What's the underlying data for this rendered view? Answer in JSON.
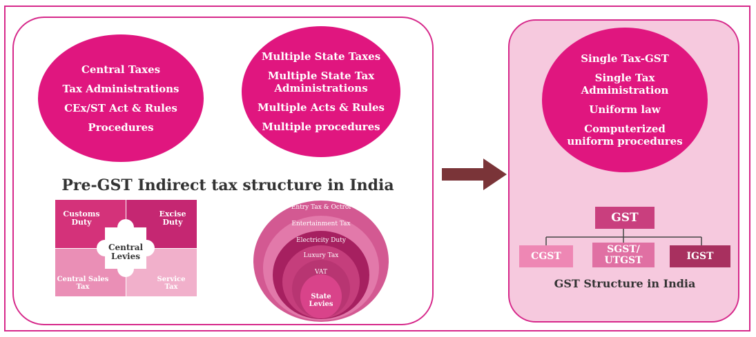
{
  "pre_gst": {
    "central_ellipse": [
      "Central Taxes",
      "Tax Administrations",
      "CEx/ST Act & Rules",
      "Procedures"
    ],
    "state_ellipse": [
      "Multiple State Taxes",
      "Multiple State Tax Administrations",
      "Multiple Acts & Rules",
      "Multiple procedures"
    ],
    "title": "Pre-GST Indirect tax structure in India",
    "puzzle": {
      "top_left": "Customs Duty",
      "top_right": "Excise Duty",
      "bottom_left": "Central Sales Tax",
      "bottom_right": "Service Tax",
      "center": "Central Levies"
    },
    "state_levies_rings": [
      "Entry Tax & Octroi",
      "Entertainment Tax",
      "Electricity Duty",
      "Luxury Tax",
      "VAT",
      "State Levies"
    ]
  },
  "gst": {
    "ellipse": [
      "Single Tax-GST",
      "Single Tax Administration",
      "Uniform law",
      "Computerized uniform procedures"
    ],
    "root": "GST",
    "children": [
      "CGST",
      "SGST/ UTGST",
      "IGST"
    ],
    "title": "GST Structure in India"
  },
  "colors": {
    "magenta": "#e0167f",
    "border": "#d6288a",
    "right_panel_bg": "#f6c9de",
    "arrow": "#7a3438",
    "gst_root": "#c93f7e",
    "cgst": "#ee87b4",
    "sgst": "#e070a3",
    "igst": "#a8305f"
  }
}
